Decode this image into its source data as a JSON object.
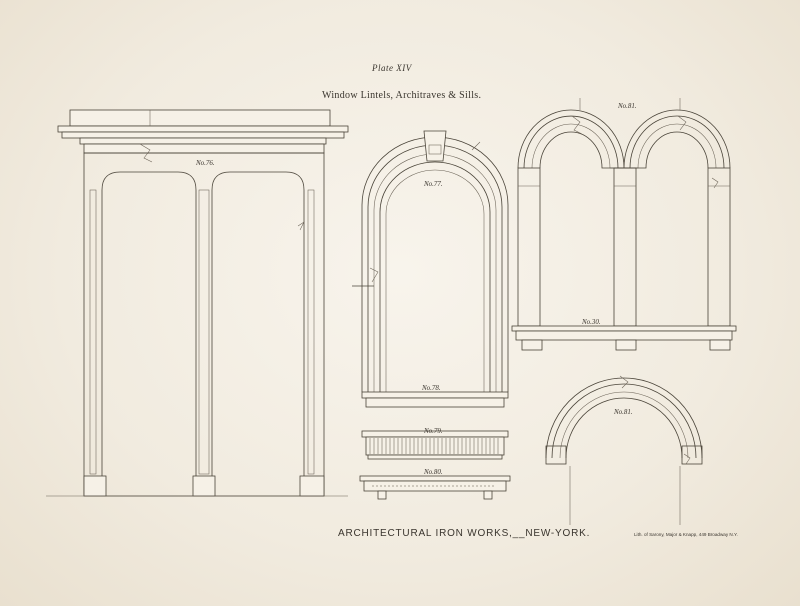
{
  "plate": {
    "number": "Plate XIV",
    "title": "Window Lintels, Architraves & Sills.",
    "footer": "ARCHITECTURAL IRON WORKS,__NEW-YORK.",
    "lithographer": "Lith. of Sarony, Major & Knapp, 449 Broadway N.Y."
  },
  "figures": [
    {
      "id": "lintel-76",
      "label": "No.76."
    },
    {
      "id": "architrave-77",
      "label": "No.77."
    },
    {
      "id": "sill-78",
      "label": "No.78."
    },
    {
      "id": "sill-79",
      "label": "No.79."
    },
    {
      "id": "sill-80",
      "label": "No.80."
    },
    {
      "id": "architrave-81-double",
      "label": "No.81."
    },
    {
      "id": "sill-30",
      "label": "No.30."
    },
    {
      "id": "architrave-81-single",
      "label": "No.81."
    }
  ]
}
